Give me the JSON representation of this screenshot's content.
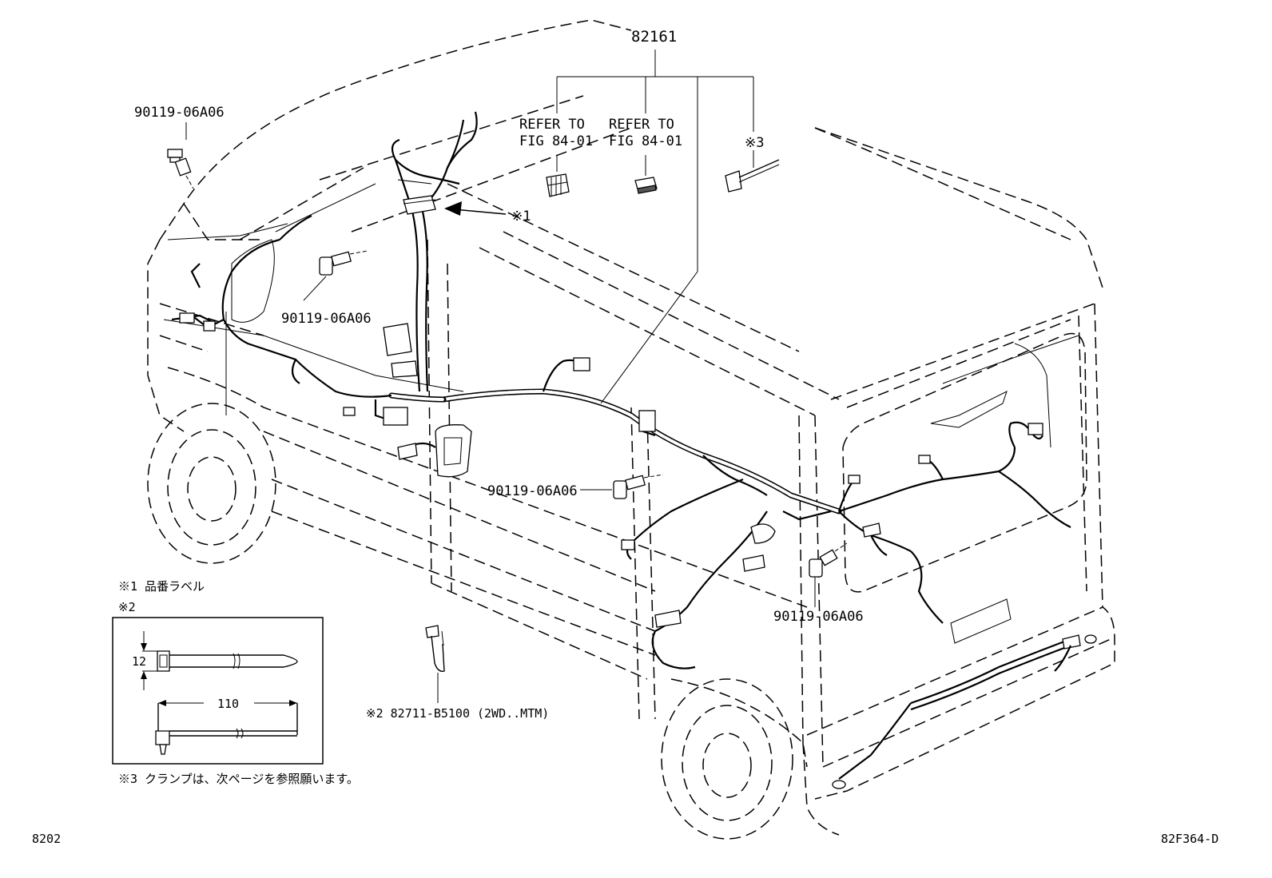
{
  "callouts": {
    "main_harness": "82161",
    "refer_left_line1": "REFER TO",
    "refer_left_line2": "FIG 84-01",
    "refer_right_line1": "REFER TO",
    "refer_right_line2": "FIG 84-01",
    "note3_mark": "※3",
    "note1_mark": "※1",
    "bolt_top_left": "90119-06A06",
    "bolt_mid_left": "90119-06A06",
    "bolt_center": "90119-06A06",
    "bolt_right": "90119-06A06",
    "clamp_part": "※2 82711-B5100 (2WD..MTM)"
  },
  "notes": {
    "note1": "※1 品番ラベル",
    "note2_heading": "※2",
    "note3": "※3 クランプは、次ページを参照願います。"
  },
  "inset": {
    "width_dim": "12",
    "length_dim": "110"
  },
  "footer": {
    "left_code": "8202",
    "right_code": "82F364-D"
  }
}
